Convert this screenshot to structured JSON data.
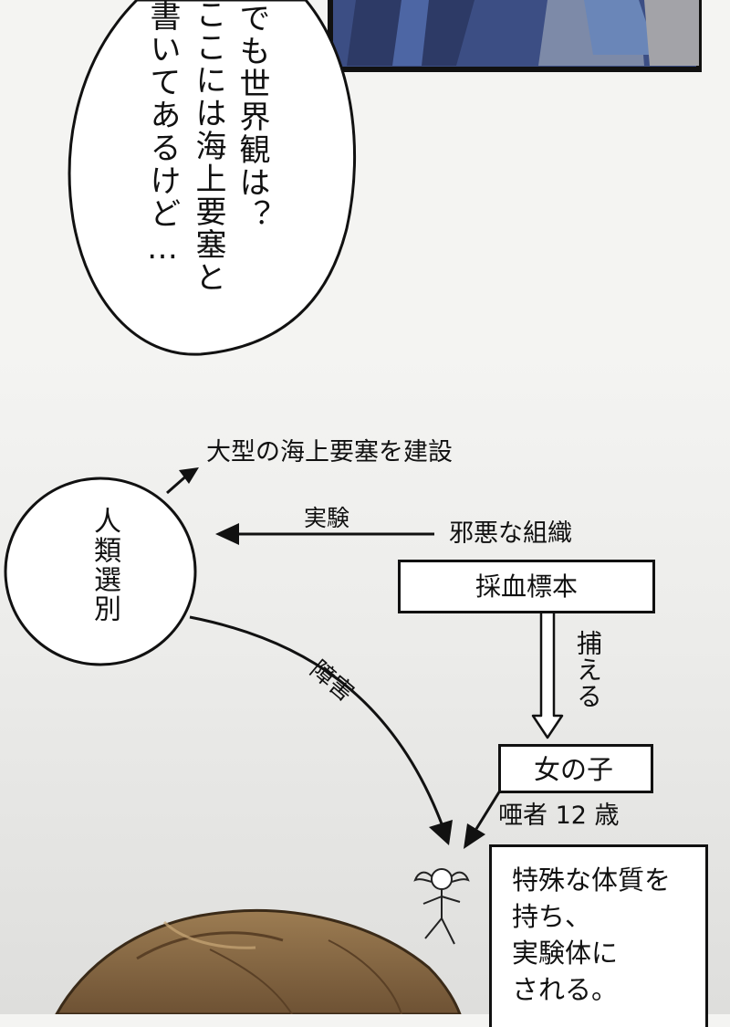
{
  "speech_bubble": {
    "lines": [
      "でも世界観は？",
      "ここには海上要塞と",
      "書いてあるけど…"
    ]
  },
  "diagram": {
    "circle_label": "人類選別",
    "top_label": "大型の海上要塞を建設",
    "experiment_label": "実験",
    "organization": "邪悪な組織",
    "blood_sample": "採血標本",
    "capture_label": "捕える",
    "obstacle_label": "障害",
    "girl": "女の子",
    "girl_note": "唖者 12 歳",
    "description_lines": [
      "特殊な体質を",
      "持ち、",
      "実験体に",
      "される。"
    ]
  },
  "colors": {
    "panel_top": "#3b4f86",
    "hair": "#8a6a43",
    "ink": "#111111"
  }
}
